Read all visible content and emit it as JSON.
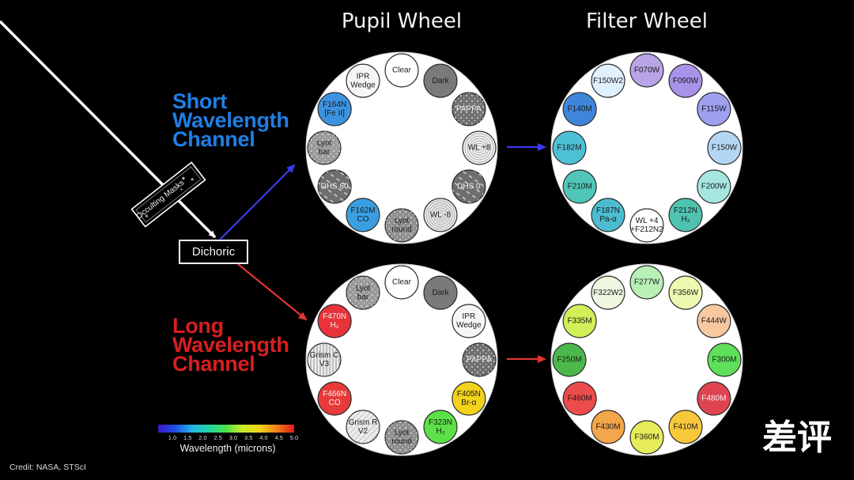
{
  "titles": {
    "pupil": "Pupil Wheel",
    "filter": "Filter Wheel"
  },
  "channels": {
    "short": {
      "lines": [
        "Short",
        "Wavelength",
        "Channel"
      ],
      "color": "#1f7fe6"
    },
    "long": {
      "lines": [
        "Long",
        "Wavelength",
        "Channel"
      ],
      "color": "#d81f1f"
    }
  },
  "dichroic": "Dichoric",
  "occulting_masks": "Occulting Masks",
  "colorbar": {
    "ticks": [
      "1.0",
      "1.5",
      "2.0",
      "2.5",
      "3.0",
      "3.5",
      "4.0",
      "4.5",
      "5.0"
    ],
    "label": "Wavelength (microns)"
  },
  "credit": "Credit: NASA, STScI",
  "logo": "差评",
  "wheels": {
    "pupil_short": [
      {
        "lines": [
          "Clear"
        ],
        "fill": "#ffffff",
        "pattern": ""
      },
      {
        "lines": [
          "Dark"
        ],
        "fill": "#7a7a7a",
        "pattern": ""
      },
      {
        "lines": [
          "PAPPA"
        ],
        "fill": "#707070",
        "pattern": "dots"
      },
      {
        "lines": [
          "WL +8"
        ],
        "fill": "#f0f0f0",
        "pattern": "rings"
      },
      {
        "lines": [
          "DHS 0"
        ],
        "fill": "#6e6e6e",
        "pattern": "dashes"
      },
      {
        "lines": [
          "WL -8"
        ],
        "fill": "#e8e8e8",
        "pattern": "rings"
      },
      {
        "lines": [
          "Lyot",
          "round"
        ],
        "fill": "#8f8f8f",
        "pattern": "dots"
      },
      {
        "lines": [
          "F162M",
          "CO"
        ],
        "fill": "#3a9fe0",
        "pattern": ""
      },
      {
        "lines": [
          "DHS 60"
        ],
        "fill": "#6e6e6e",
        "pattern": "dashes"
      },
      {
        "lines": [
          "Lyot",
          "bar"
        ],
        "fill": "#9a9a9a",
        "pattern": "dots"
      },
      {
        "lines": [
          "F164N",
          "[Fe II]"
        ],
        "fill": "#3d93e0",
        "pattern": ""
      },
      {
        "lines": [
          "IPR",
          "Wedge"
        ],
        "fill": "#f6f6f6",
        "pattern": ""
      }
    ],
    "pupil_long": [
      {
        "lines": [
          "Clear"
        ],
        "fill": "#ffffff",
        "pattern": ""
      },
      {
        "lines": [
          "Dark"
        ],
        "fill": "#7a7a7a",
        "pattern": ""
      },
      {
        "lines": [
          "IPR",
          "Wedge"
        ],
        "fill": "#f6f6f6",
        "pattern": ""
      },
      {
        "lines": [
          "PAPPA"
        ],
        "fill": "#707070",
        "pattern": "dots"
      },
      {
        "lines": [
          "F405N",
          "Br-α"
        ],
        "fill": "#f2d21a",
        "pattern": ""
      },
      {
        "lines": [
          "F323N",
          "H₂"
        ],
        "fill": "#5de048",
        "pattern": ""
      },
      {
        "lines": [
          "Lyot",
          "round"
        ],
        "fill": "#8f8f8f",
        "pattern": "dots"
      },
      {
        "lines": [
          "Grism R",
          "V2"
        ],
        "fill": "#ececec",
        "pattern": "hatch"
      },
      {
        "lines": [
          "F466N",
          "CO"
        ],
        "fill": "#e83a3a",
        "pattern": ""
      },
      {
        "lines": [
          "Grism C",
          "V3"
        ],
        "fill": "#ececec",
        "pattern": "vlines"
      },
      {
        "lines": [
          "F470N",
          "H₂"
        ],
        "fill": "#e8333a",
        "pattern": ""
      },
      {
        "lines": [
          "Lyot",
          "bar"
        ],
        "fill": "#9a9a9a",
        "pattern": "dots"
      }
    ],
    "filter_short": [
      {
        "lines": [
          "F070W"
        ],
        "fill": "#b8a4e6",
        "pattern": ""
      },
      {
        "lines": [
          "F090W"
        ],
        "fill": "#a892ea",
        "pattern": ""
      },
      {
        "lines": [
          "F115W"
        ],
        "fill": "#9ea0f0",
        "pattern": ""
      },
      {
        "lines": [
          "F150W"
        ],
        "fill": "#b4d6f4",
        "pattern": ""
      },
      {
        "lines": [
          "F200W"
        ],
        "fill": "#a6e6e0",
        "pattern": ""
      },
      {
        "lines": [
          "F212N",
          "H₂"
        ],
        "fill": "#4ec3b0",
        "pattern": ""
      },
      {
        "lines": [
          "WL +4",
          "+F212N2"
        ],
        "fill": "#ffffff",
        "pattern": ""
      },
      {
        "lines": [
          "F187N",
          "Pa-α"
        ],
        "fill": "#4cbcd0",
        "pattern": ""
      },
      {
        "lines": [
          "F210M"
        ],
        "fill": "#4fc6b8",
        "pattern": ""
      },
      {
        "lines": [
          "F182M"
        ],
        "fill": "#4ec0d4",
        "pattern": ""
      },
      {
        "lines": [
          "F140M"
        ],
        "fill": "#3f86da",
        "pattern": ""
      },
      {
        "lines": [
          "F150W2"
        ],
        "fill": "#dff0ff",
        "pattern": ""
      }
    ],
    "filter_long": [
      {
        "lines": [
          "F277W"
        ],
        "fill": "#b8f0b8",
        "pattern": ""
      },
      {
        "lines": [
          "F356W"
        ],
        "fill": "#eef8b0",
        "pattern": ""
      },
      {
        "lines": [
          "F444W"
        ],
        "fill": "#f8c8a0",
        "pattern": ""
      },
      {
        "lines": [
          "F300M"
        ],
        "fill": "#5ee05a",
        "pattern": ""
      },
      {
        "lines": [
          "F480M"
        ],
        "fill": "#e04450",
        "pattern": ""
      },
      {
        "lines": [
          "F410M"
        ],
        "fill": "#f6c83a",
        "pattern": ""
      },
      {
        "lines": [
          "F360M"
        ],
        "fill": "#e6ec5a",
        "pattern": ""
      },
      {
        "lines": [
          "F430M"
        ],
        "fill": "#f4a64a",
        "pattern": ""
      },
      {
        "lines": [
          "F460M"
        ],
        "fill": "#ec4c4c",
        "pattern": ""
      },
      {
        "lines": [
          "F250M"
        ],
        "fill": "#4cb84c",
        "pattern": ""
      },
      {
        "lines": [
          "F335M"
        ],
        "fill": "#d0f05a",
        "pattern": ""
      },
      {
        "lines": [
          "F322W2"
        ],
        "fill": "#eef8e0",
        "pattern": ""
      }
    ]
  },
  "colors": {
    "background": "#000000",
    "beam": "#ffffff",
    "short_arrow": "#3a3aef",
    "long_arrow": "#e23434"
  }
}
